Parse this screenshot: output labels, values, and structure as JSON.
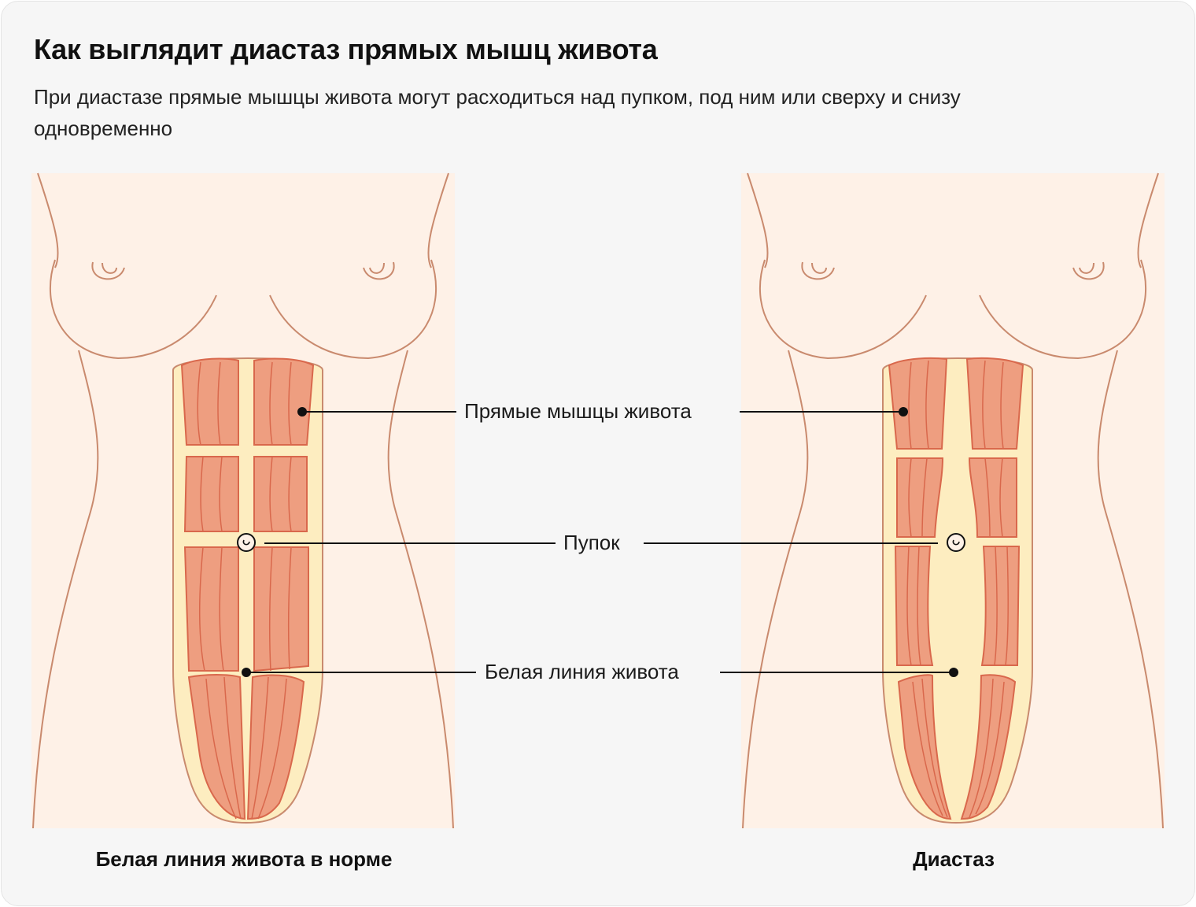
{
  "title": "Как выглядит диастаз прямых мышц живота",
  "subtitle": "При диастазе прямые мышцы живота могут расходиться над пупком, под ним или сверху и снизу одновременно",
  "labels": {
    "rectus": "Прямые мышцы живота",
    "navel": "Пупок",
    "linea_alba": "Белая линия живота"
  },
  "captions": {
    "normal": "Белая линия живота в норме",
    "diastasis": "Диастаз"
  },
  "colors": {
    "skin": "#fef1e7",
    "outline": "#c98a6e",
    "muscle": "#ee9e80",
    "muscle_line": "#d9684c",
    "linea": "#fdedc0",
    "background": "#f6f6f6"
  }
}
